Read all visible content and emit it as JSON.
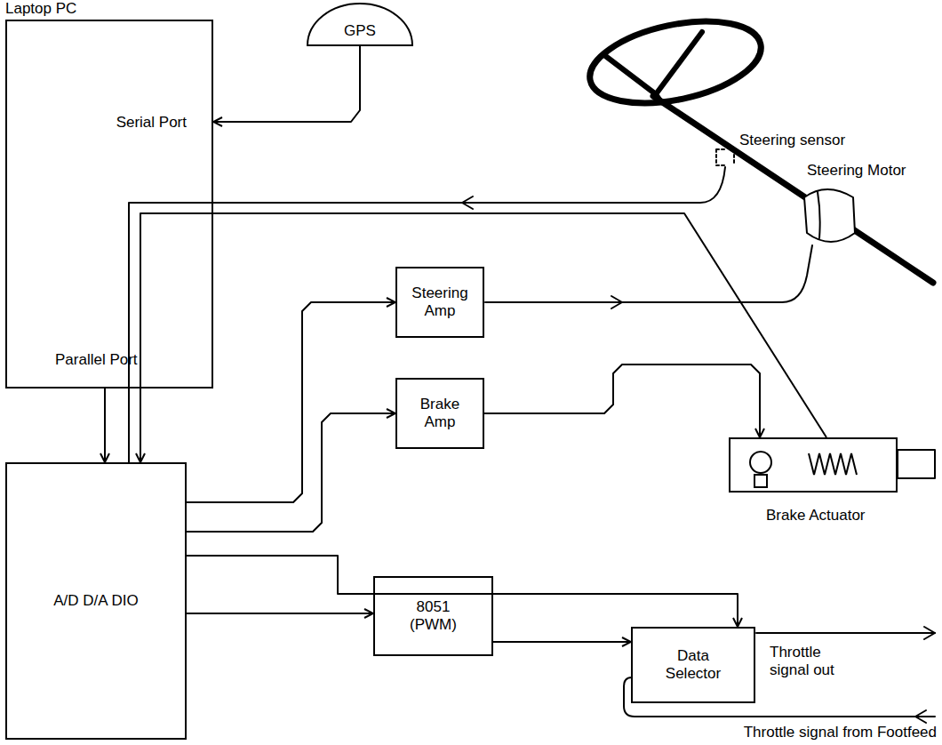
{
  "diagram": {
    "nodes": [
      {
        "text": [
          "Laptop PC",
          "Serial Port",
          "Parallel Port"
        ]
      },
      {
        "text": [
          "GPS"
        ]
      },
      {
        "text": [
          "Steering Amp"
        ]
      },
      {
        "text": [
          "Brake Amp"
        ]
      },
      {
        "text": [
          "A/D D/A DIO"
        ]
      },
      {
        "text": [
          "8051 (PWM)"
        ]
      },
      {
        "text": [
          "Data Selector"
        ]
      },
      {
        "text": [
          "Brake Actuator"
        ]
      }
    ],
    "edges": [
      {
        "from": 1,
        "to": 0,
        "arrow": "to"
      },
      {
        "from": 0,
        "to": 4,
        "arrow": "to"
      },
      {
        "from": 4,
        "to": 2,
        "arrow": "to"
      },
      {
        "from": 4,
        "to": 3,
        "arrow": "to"
      },
      {
        "from": 4,
        "to": 5,
        "arrow": "to"
      },
      {
        "from": 4,
        "to": 6,
        "arrow": "to"
      },
      {
        "from": 5,
        "to": 6,
        "arrow": "to"
      },
      {
        "from": 3,
        "to": 7,
        "arrow": "to"
      },
      {
        "from": 7,
        "to": 4,
        "arrow": "to"
      }
    ],
    "labels": [
      "Steering sensor",
      "Steering Motor",
      "Throttle signal out",
      "Throttle signal from Footfeed"
    ]
  }
}
